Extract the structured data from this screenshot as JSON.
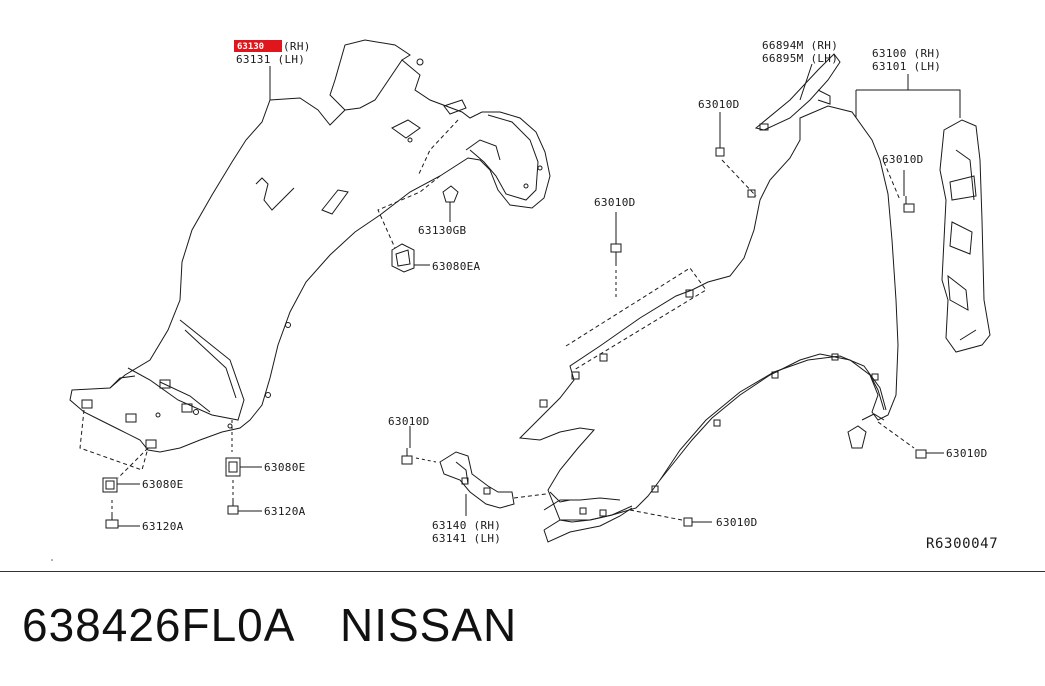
{
  "diagram": {
    "reference_code": "R6300047",
    "highlight_color": "#e0161c",
    "callouts": {
      "liner_rh": "63130",
      "liner_rh_suffix": "(RH)",
      "liner_lh": "63131 (LH)",
      "clip_6313gb": "63130GB",
      "clip_6308ea": "63080EA",
      "clip_6308e_left": "63080E",
      "clip_6308e_mid": "63080E",
      "screw_6312a_left": "63120A",
      "screw_6312a_mid": "63120A",
      "seal_rh": "66894M (RH)",
      "seal_lh": "66895M (LH)",
      "fender_rh": "63100 (RH)",
      "fender_lh": "63101 (LH)",
      "bolt_top": "63010D",
      "bolt_right_upper": "63010D",
      "bolt_center": "63010D",
      "bolt_bracket": "63010D",
      "bolt_right_lower": "63010D",
      "bolt_bottom": "63010D",
      "bracket_rh": "63140 (RH)",
      "bracket_lh": "63141 (LH)"
    }
  },
  "footer": {
    "part_number": "638426FL0A",
    "brand": "NISSAN"
  }
}
